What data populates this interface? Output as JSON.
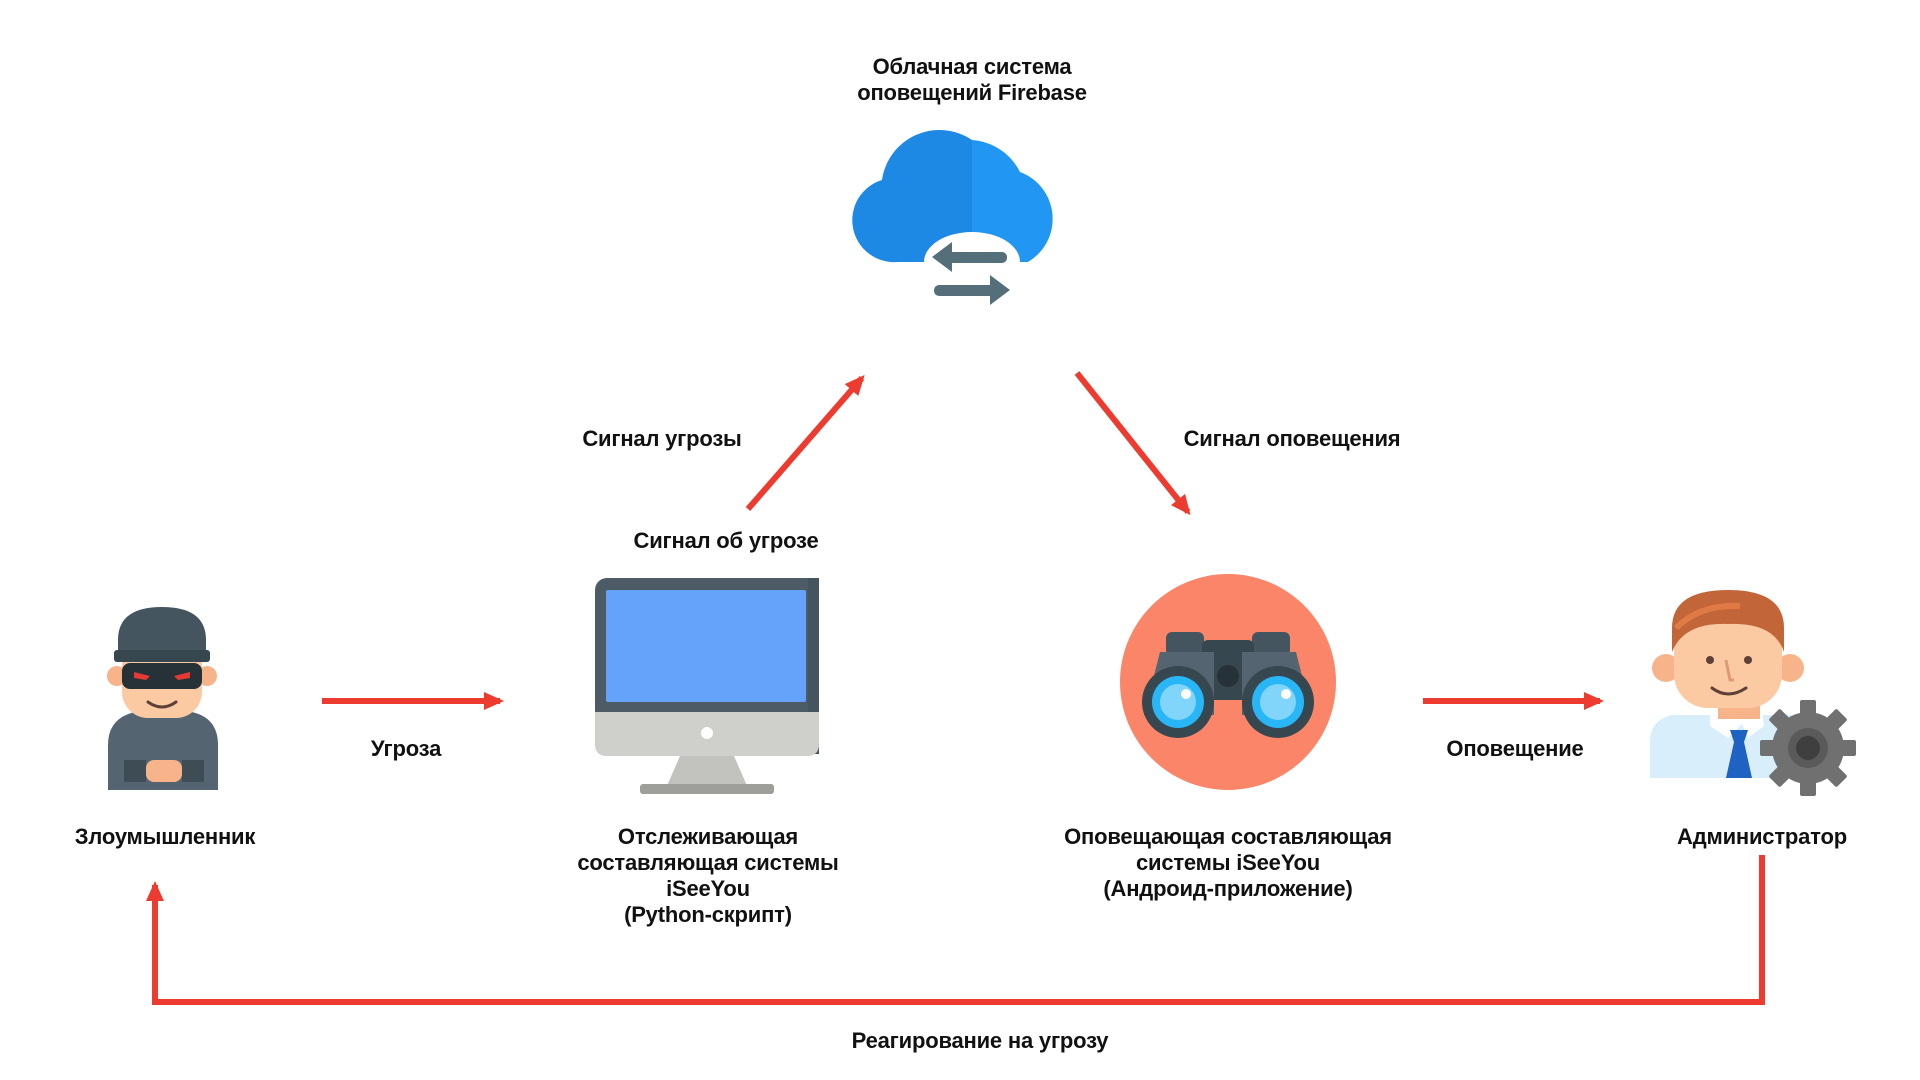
{
  "nodes": {
    "cloud": {
      "title_lines": [
        "Облачная система",
        "оповещений Firebase"
      ],
      "icon": "cloud-sync-icon"
    },
    "attacker": {
      "label": "Злоумышленник",
      "icon": "burglar-icon"
    },
    "monitor": {
      "label_lines": [
        "Отслеживающая",
        "составляющая системы",
        "iSeeYou",
        "(Python-скрипт)"
      ],
      "icon": "desktop-computer-icon"
    },
    "notifier": {
      "label_lines": [
        "Оповещающая составляющая",
        "системы iSeeYou",
        "(Андроид-приложение)"
      ],
      "icon": "binoculars-icon"
    },
    "admin": {
      "label": "Администратор",
      "icon": "admin-with-gear-icon"
    }
  },
  "edges": {
    "threat": "Угроза",
    "threat_signal": "Сигнал угрозы",
    "threat_signal_about": "Сигнал об угрозе",
    "alert_signal": "Сигнал оповещения",
    "alert": "Оповещение",
    "response": "Реагирование на угрозу"
  },
  "colors": {
    "arrow": "#ee3b2f",
    "cloud_dark": "#1e88e5",
    "cloud_light": "#2196f3",
    "screen": "#64a3f9",
    "binoculars_bg": "#fb8568"
  }
}
